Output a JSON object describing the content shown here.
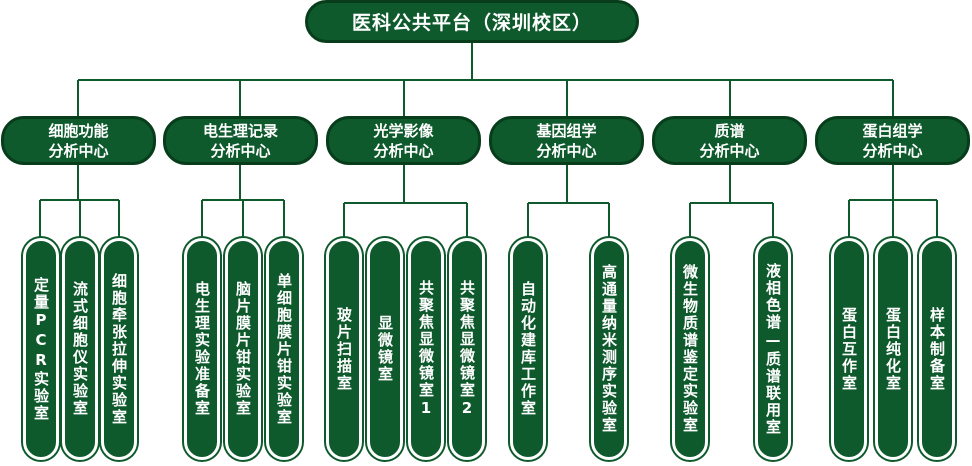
{
  "root": {
    "label": "医科公共平台（深圳校区）"
  },
  "centers": [
    {
      "line1": "细胞功能",
      "line2": "分析中心",
      "labs": [
        "定量PCR实验室",
        "流式细胞仪实验室",
        "细胞牵张拉伸实验室"
      ]
    },
    {
      "line1": "电生理记录",
      "line2": "分析中心",
      "labs": [
        "电生理实验准备室",
        "脑片膜片钳实验室",
        "单细胞膜片钳实验室"
      ]
    },
    {
      "line1": "光学影像",
      "line2": "分析中心",
      "labs": [
        "玻片扫描室",
        "显微镜室",
        "共聚焦显微镜室1",
        "共聚焦显微镜室2"
      ]
    },
    {
      "line1": "基因组学",
      "line2": "分析中心",
      "labs": [
        "自动化建库工作室",
        "高通量纳米测序实验室"
      ]
    },
    {
      "line1": "质谱",
      "line2": "分析中心",
      "labs": [
        "微生物质谱鉴定实验室",
        "液相色谱—质谱联用室"
      ]
    },
    {
      "line1": "蛋白组学",
      "line2": "分析中心",
      "labs": [
        "蛋白互作室",
        "蛋白纯化室",
        "样本制备室"
      ]
    }
  ],
  "colors": {
    "node_fill": "#0e5a2c",
    "node_border": "#083d1c",
    "line": "#0e5a2c",
    "text": "#ffffff"
  }
}
